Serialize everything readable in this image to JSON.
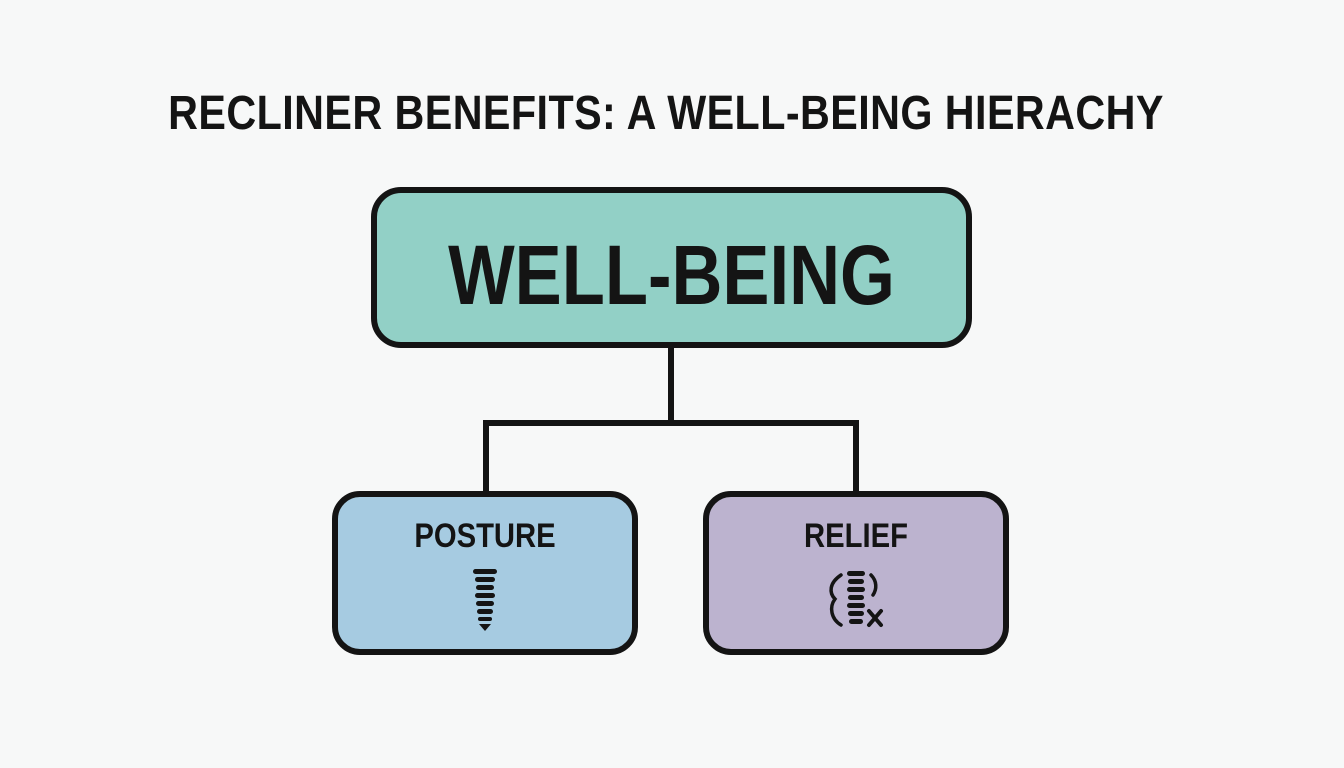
{
  "title": "RECLINER BENEFITS: A WELL-BEING HIERACHY",
  "root": {
    "label": "WELL-BEING",
    "fill": "#92d0c6"
  },
  "children": [
    {
      "label": "POSTURE",
      "icon": "spine-icon",
      "fill": "#a6cbe1"
    },
    {
      "label": "RELIEF",
      "icon": "back-pain-relief-icon",
      "fill": "#bcb3cf"
    }
  ],
  "colors": {
    "stroke": "#141414",
    "background": "#f7f8f8"
  }
}
